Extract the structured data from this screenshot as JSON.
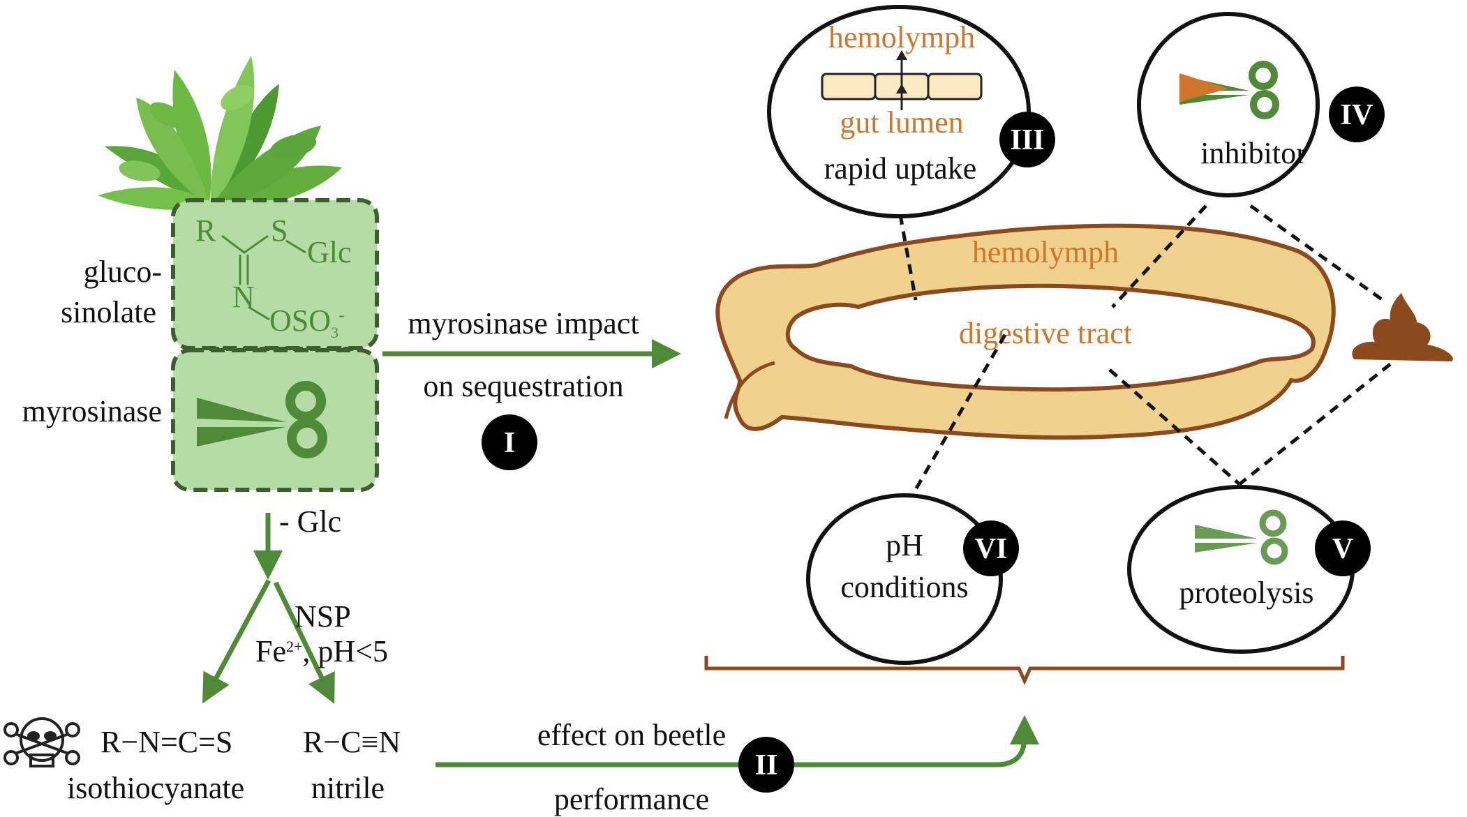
{
  "plant": {
    "glucosinolate_label_1": "gluco-",
    "glucosinolate_label_2": "sinolate",
    "myrosinase_label": "myrosinase",
    "structure": {
      "r": "R",
      "s": "S",
      "glc": "Glc",
      "n": "N",
      "oso3": "OSO",
      "sub3": "3",
      "minus": "-"
    }
  },
  "reaction": {
    "minus_glc": "- Glc",
    "nsp": "NSP",
    "fe": "Fe",
    "fe_charge": "2+",
    "ph": ", pH<5",
    "isothiocyanate_formula": "R−N=C=S",
    "isothiocyanate_name": "isothiocyanate",
    "nitrile_formula": "R−C≡N",
    "nitrile_name": "nitrile"
  },
  "arrow_top": {
    "line1": "myrosinase impact",
    "line2": "on sequestration",
    "numeral": "I"
  },
  "arrow_bottom": {
    "line1": "effect on beetle",
    "line2": "performance",
    "numeral": "II"
  },
  "gut": {
    "hemolymph_label": "hemolymph",
    "tract_label": "digestive tract"
  },
  "bubbles": {
    "uptake": {
      "top_label": "hemolymph",
      "bottom_label": "gut lumen",
      "caption": "rapid uptake",
      "numeral": "III"
    },
    "inhibitor": {
      "caption": "inhibitor",
      "numeral": "IV"
    },
    "proteolysis": {
      "caption": "proteolysis",
      "numeral": "V"
    },
    "ph": {
      "caption_1": "pH",
      "caption_2": "conditions",
      "numeral": "VI"
    }
  },
  "colors": {
    "green": "#4e8a37",
    "light_green": "#b6dca5",
    "orange": "#d0762a",
    "brown": "#8b4a1e",
    "gut_fill": "#f1d18e",
    "badge": "#000000"
  }
}
